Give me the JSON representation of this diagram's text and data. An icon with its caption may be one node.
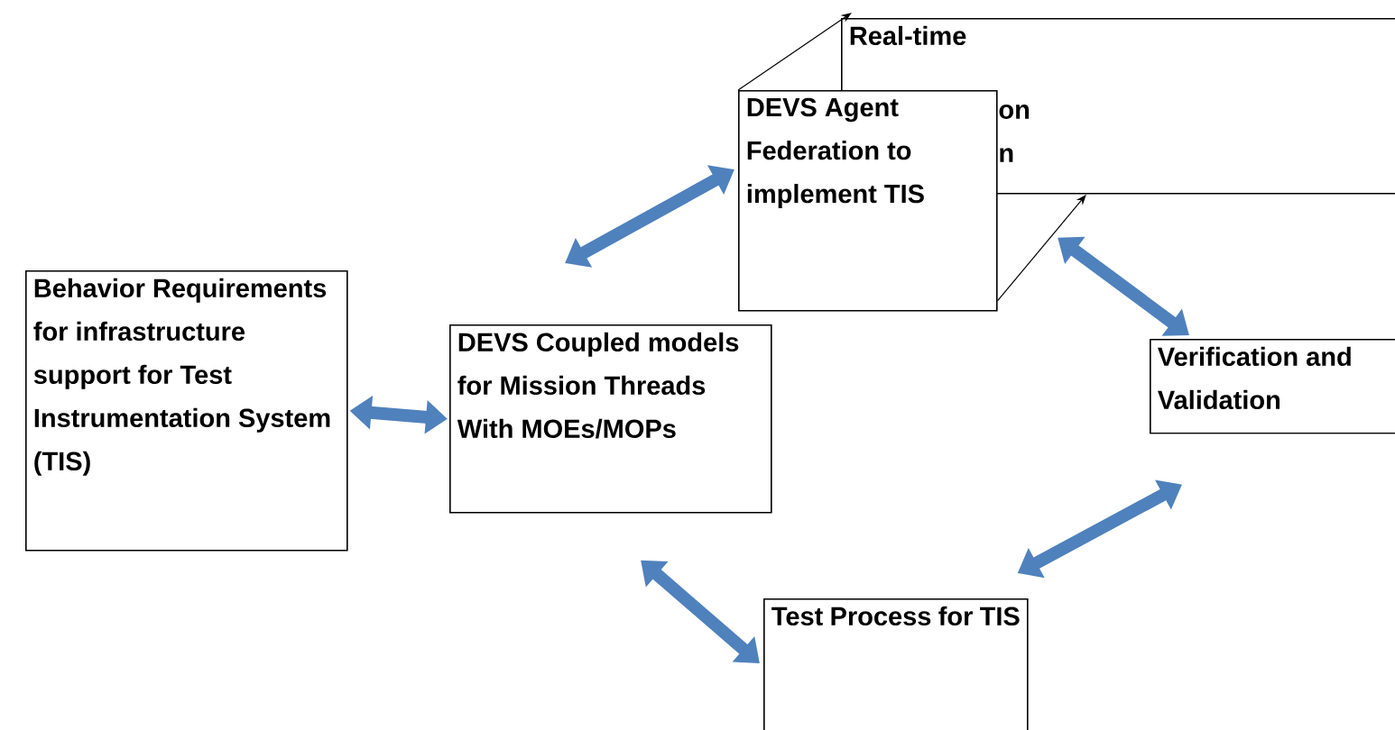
{
  "diagram": {
    "nodes": [
      {
        "text": [
          "Behavior Requirements for infrastructure support for  Test Instrumentation System (TIS)"
        ]
      },
      {
        "text": [
          "DEVS Coupled models for Mission Threads With MOEs/MOPs"
        ]
      },
      {
        "text": [
          "Real-time"
        ]
      },
      {
        "text": [
          "DEVS Agent Federation to implement TIS"
        ]
      },
      {
        "text": [
          "Verification and Validation"
        ]
      },
      {
        "text": [
          "Test Process for TIS"
        ]
      }
    ],
    "edges": [
      {
        "from": 0,
        "to": 1,
        "arrow": "both"
      },
      {
        "from": 1,
        "to": 3,
        "arrow": "both"
      },
      {
        "from": 2,
        "to": 4,
        "arrow": "both"
      },
      {
        "from": 4,
        "to": 5,
        "arrow": "both"
      },
      {
        "from": 1,
        "to": 5,
        "arrow": "both"
      },
      {
        "from": 3,
        "to": 2,
        "arrow": "to",
        "color": "#000000"
      },
      {
        "from": 3,
        "to": 2,
        "arrow": "to",
        "color": "#000000"
      }
    ],
    "labels": [
      "on",
      "n"
    ]
  }
}
